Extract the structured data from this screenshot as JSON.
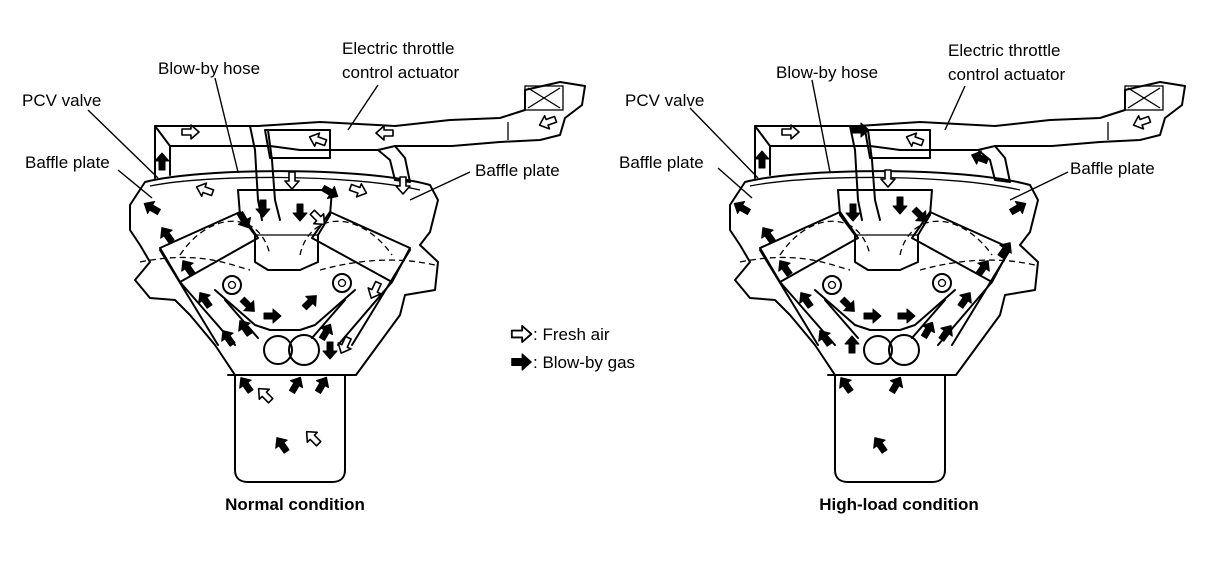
{
  "legend": {
    "fresh_air": ": Fresh air",
    "blow_by_gas": ": Blow-by gas"
  },
  "colors": {
    "fresh_air_arrow": "#ffffff",
    "blow_by_arrow": "#000000",
    "line": "#000000"
  },
  "panels": [
    {
      "caption": "Normal condition",
      "labels": {
        "pcv_valve": "PCV valve",
        "blow_by_hose": "Blow-by hose",
        "actuator_line1": "Electric throttle",
        "actuator_line2": "control actuator",
        "baffle_left": "Baffle plate",
        "baffle_right": "Baffle plate"
      }
    },
    {
      "caption": "High-load condition",
      "labels": {
        "pcv_valve": "PCV valve",
        "blow_by_hose": "Blow-by hose",
        "actuator_line1": "Electric throttle",
        "actuator_line2": "control actuator",
        "baffle_left": "Baffle plate",
        "baffle_right": "Baffle plate"
      }
    }
  ]
}
